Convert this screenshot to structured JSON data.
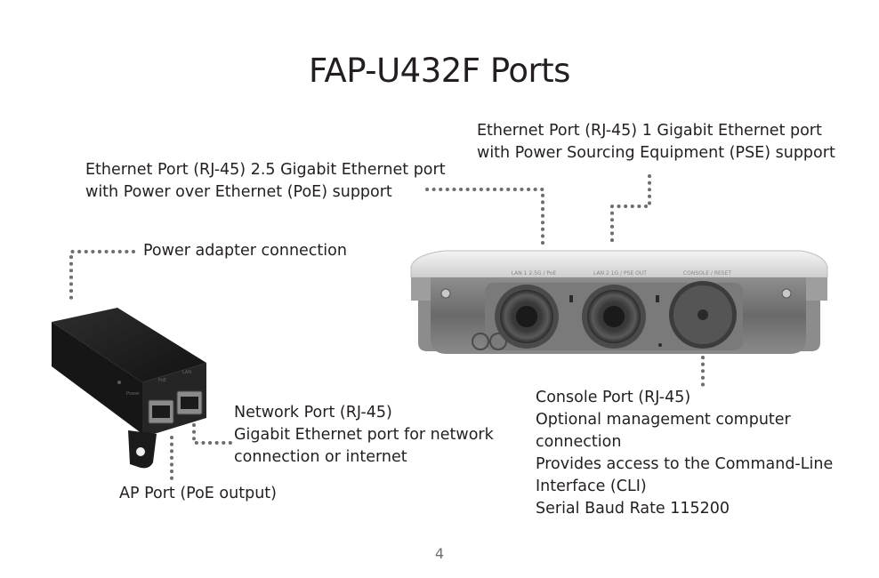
{
  "page": {
    "title": "FAP-U432F Ports",
    "page_number": "4"
  },
  "callouts": {
    "lan1": [
      "Ethernet Port (RJ-45) 2.5 Gigabit Ethernet port",
      "with Power over Ethernet (PoE) support"
    ],
    "lan2": [
      "Ethernet Port (RJ-45) 1 Gigabit Ethernet port",
      "with Power Sourcing Equipment (PSE) support"
    ],
    "power": "Power adapter connection",
    "network": [
      "Network Port (RJ-45)",
      "Gigabit Ethernet port for network",
      "connection or internet"
    ],
    "ap_port": "AP Port (PoE output)",
    "console": [
      "Console Port (RJ-45)",
      "Optional management computer",
      "connection",
      "Provides access to the Command-Line",
      "Interface (CLI)",
      "Serial Baud Rate  115200"
    ]
  },
  "device_labels": {
    "lan1": "LAN 1 2.5G / PoE",
    "lan2": "LAN 2 1G / PSE OUT",
    "console": "CONSOLE / RESET",
    "adapter_power": "Power",
    "adapter_poe": "PoE",
    "adapter_lan": "LAN"
  },
  "colors": {
    "text": "#231f20",
    "dots": "#6d6e71",
    "device_body": "#d9d9d9",
    "adapter_body": "#1e1e1e"
  }
}
